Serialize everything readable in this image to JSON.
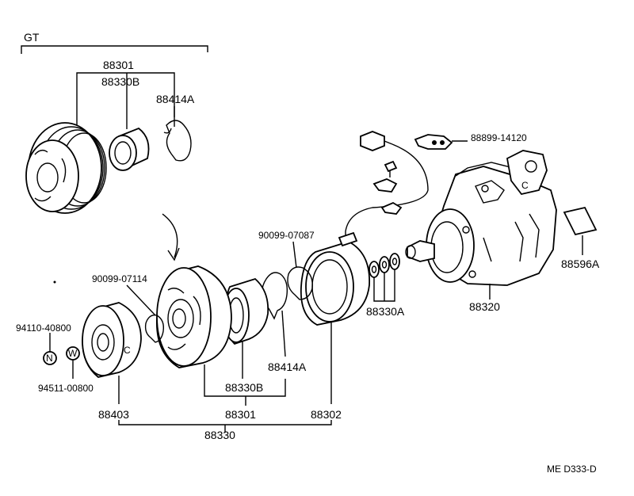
{
  "group_label": "GT",
  "callouts": {
    "gt_clutch_assy": "88301",
    "gt_bearing": "88330B",
    "gt_snap_ring": "88414A",
    "connector": "88899-14120",
    "label_plate": "88596A",
    "bolt_upper": "90099-07087",
    "snap_ring_left": "90099-07114",
    "nut_code": "94110-40800",
    "washer_code": "94511-00800",
    "nut_symbol": "N",
    "washer_symbol": "W",
    "compressor": "88320",
    "shims": "88330A",
    "snap_ring_lower": "88414A",
    "bearing_lower": "88330B",
    "pressure_plate": "88403",
    "pulley_assy": "88301",
    "stator": "88302",
    "clutch_assy": "88330"
  },
  "diagram_code": "ME  D333-D"
}
